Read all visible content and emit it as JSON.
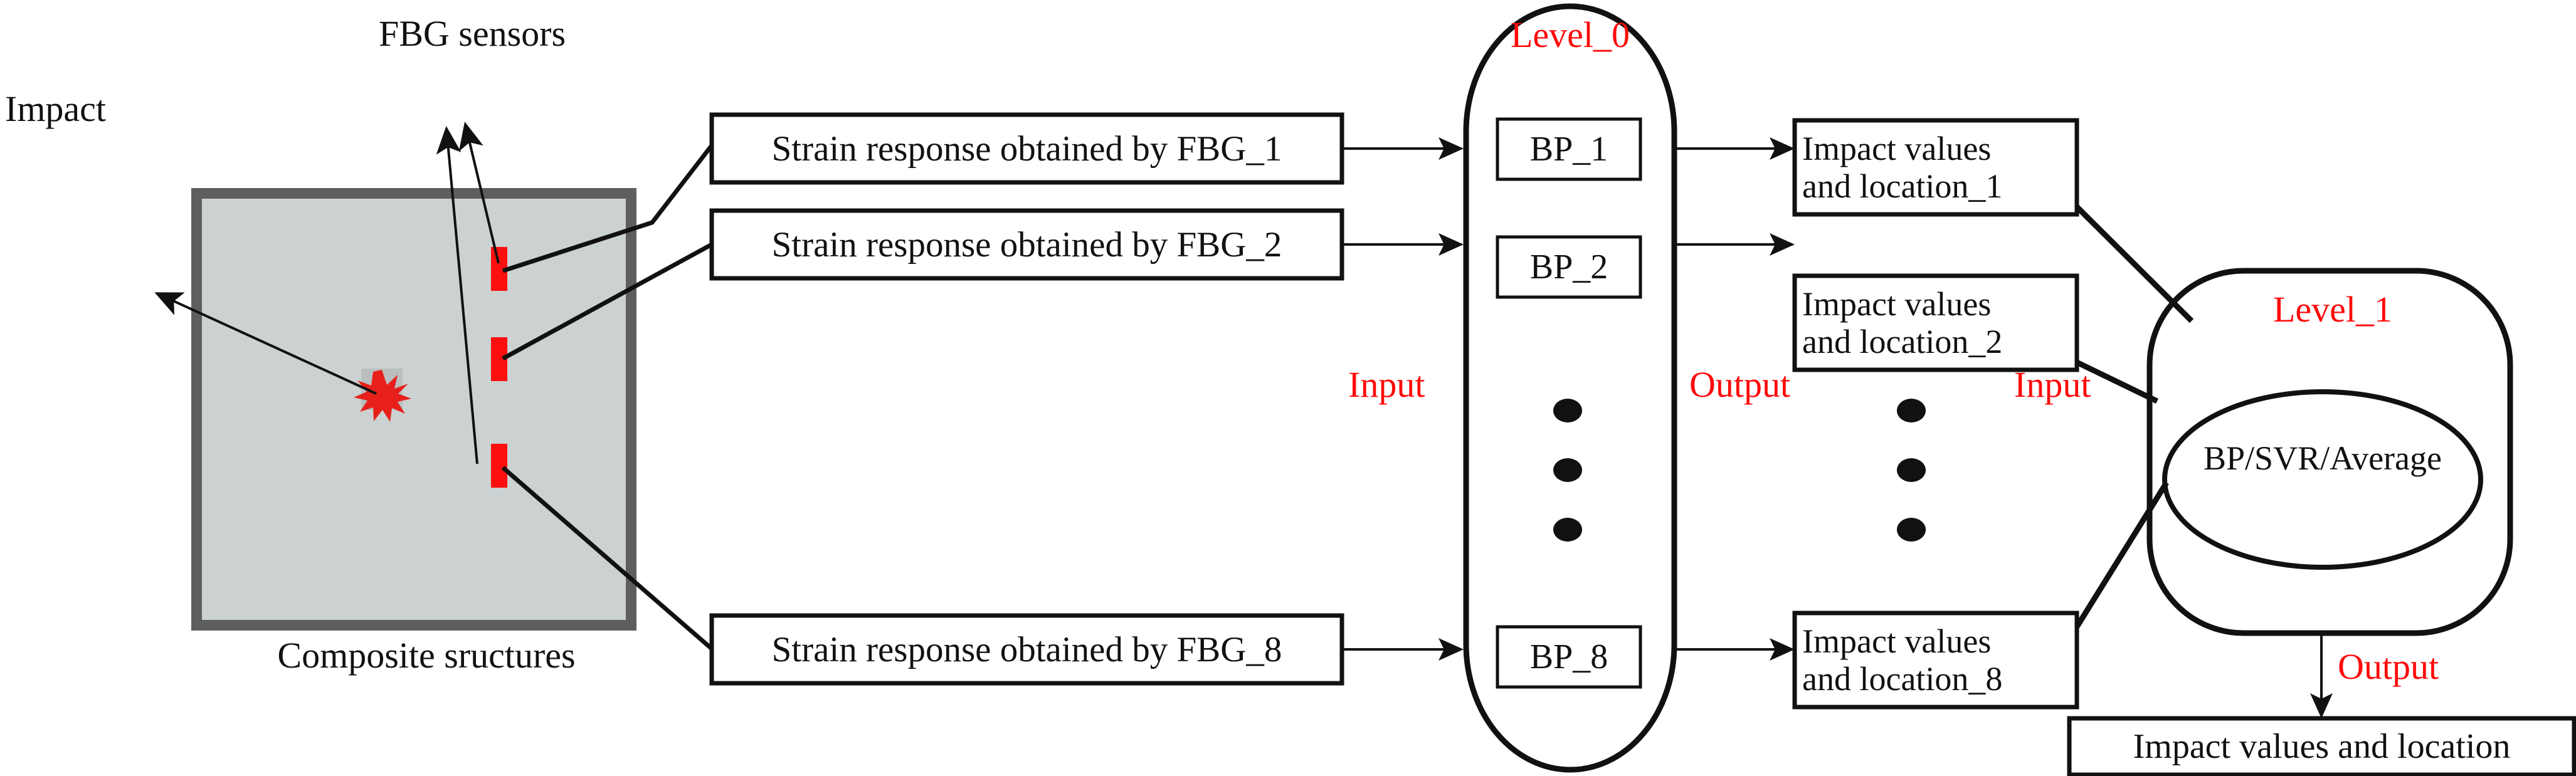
{
  "diagram": {
    "title": "Hierarchical FBG impact identification flow",
    "colors": {
      "red_label": "#ff0a0a",
      "sensor_red": "#fb0f0f",
      "plate_border": "#5e5e5e",
      "plate_fill": "#ccd1d1",
      "line": "#111111",
      "impact_star": "#e8201b"
    }
  },
  "specimen": {
    "fbg_label": "FBG  sensors",
    "impact_label": "Impact",
    "caption": "Composite sructures",
    "sensor_count_drawn": 3
  },
  "strain_boxes": [
    {
      "label": "Strain response obtained by FBG_1"
    },
    {
      "label": "Strain response obtained by FBG_2"
    },
    {
      "label": "Strain response obtained by FBG_8"
    }
  ],
  "level0": {
    "title": "Level_0",
    "input_label": "Input",
    "output_label": "Output",
    "nodes": [
      {
        "label": "BP_1"
      },
      {
        "label": "BP_2"
      },
      {
        "label": "BP_8"
      }
    ],
    "ellipsis_dots": 3
  },
  "intermediate_outputs": {
    "input_label": "Input",
    "ellipsis_dots": 3,
    "boxes": [
      {
        "line1": "Impact values",
        "line2": "and location_1"
      },
      {
        "line1": "Impact values",
        "line2": "and location_2"
      },
      {
        "line1": "Impact values",
        "line2": "and location_8"
      }
    ]
  },
  "level1": {
    "title": "Level_1",
    "model_label": "BP/SVR/Average",
    "output_label": "Output",
    "final_box": "Impact values and location"
  }
}
